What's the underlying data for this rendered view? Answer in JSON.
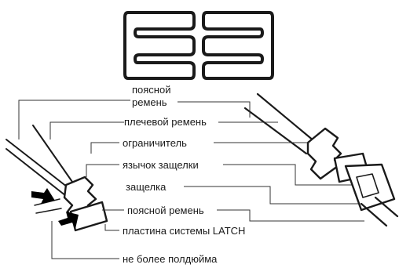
{
  "labels": {
    "lap_belt_top_line1": "поясной",
    "lap_belt_top_line2": "ремень",
    "shoulder_belt": "плечевой ремень",
    "limiter": "ограничитель",
    "latch_tongue": "язычок защелки",
    "buckle": "защелка",
    "lap_belt_bottom": "поясной ремень",
    "latch_plate": "пластина системы LATCH",
    "max_gap": "не более полдюйма"
  },
  "colors": {
    "ink": "#1a1a1a",
    "leader": "#333333",
    "arrow": "#000000"
  },
  "icons": [
    "locking-clip-icon",
    "compress-arrow-icon"
  ]
}
